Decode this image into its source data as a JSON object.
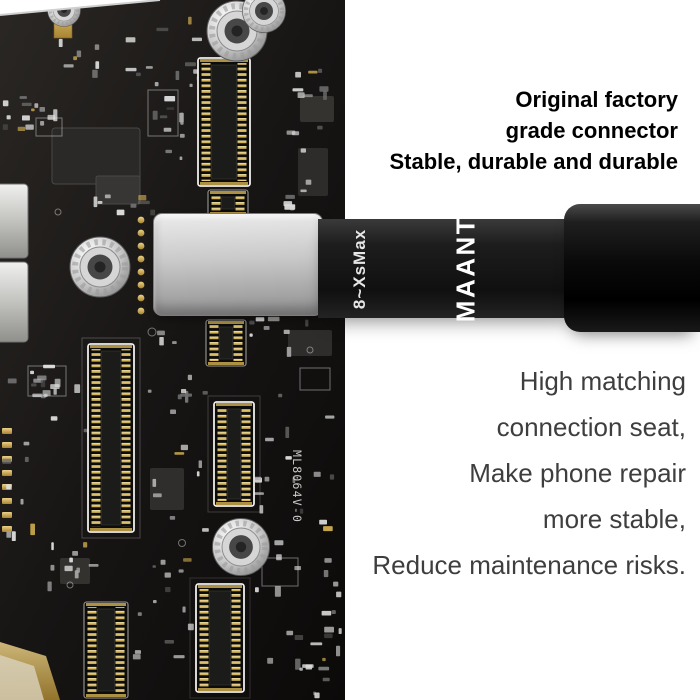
{
  "headline": {
    "lines": [
      "Original factory",
      "grade connector",
      "Stable, durable and durable"
    ]
  },
  "benefits": {
    "lines": [
      "High matching",
      "connection seat,",
      "Make phone repair",
      "more stable,",
      "Reduce maintenance risks."
    ]
  },
  "cable": {
    "brand": "MAANT",
    "model": "8~XsMax"
  },
  "board": {
    "marking": "ML8064V-0"
  },
  "colors": {
    "cable_black": "#141414",
    "pad_gray": "#c2c2c2",
    "pin_gold": "#d8b85f",
    "headline_text": "#000000",
    "body_text": "#3e3e3e"
  }
}
